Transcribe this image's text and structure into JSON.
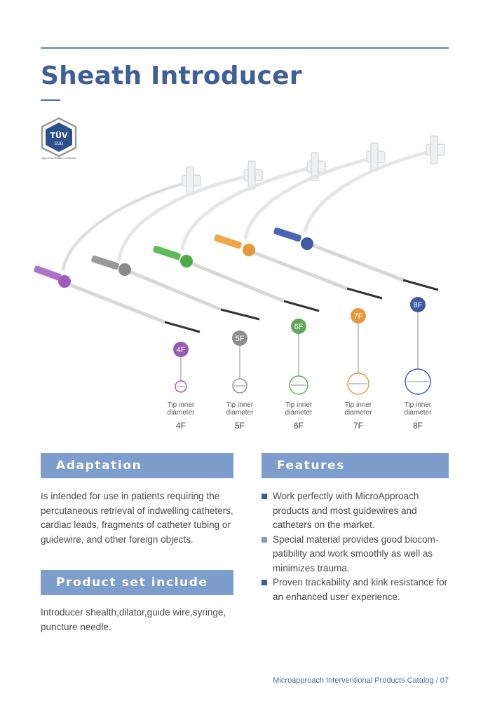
{
  "title": "Sheath Introducer",
  "badge": {
    "icon": "tuv-certification-seal-icon",
    "text": "TÜV",
    "subtext": "SÜD",
    "caption": "Type examination certificate"
  },
  "sizes": [
    {
      "label": "4F",
      "color": "#9b5bb3",
      "tip_label_line1": "Tip inner",
      "tip_label_line2": "diameter",
      "tip_value": "4F"
    },
    {
      "label": "5F",
      "color": "#8e8e8e",
      "tip_label_line1": "Tip inner",
      "tip_label_line2": "diameter",
      "tip_value": "5F"
    },
    {
      "label": "6F",
      "color": "#5fa85a",
      "tip_label_line1": "Tip inner",
      "tip_label_line2": "diameter",
      "tip_value": "6F"
    },
    {
      "label": "7F",
      "color": "#e39a3c",
      "tip_label_line1": "Tip inner",
      "tip_label_line2": "diameter",
      "tip_value": "7F"
    },
    {
      "label": "8F",
      "color": "#3f5aa5",
      "tip_label_line1": "Tip inner",
      "tip_label_line2": "diameter",
      "tip_value": "8F"
    }
  ],
  "adaptation": {
    "heading": "Adaptation",
    "text": "Is intended for use in patients requiring the percutaneous retrieval of indwelling catheters, cardiac leads, fragments of catheter tubing or guidewire, and other foreign objects."
  },
  "product_set": {
    "heading": "Product set include",
    "text": "Introducer shealth,dilator,guide wire,syringe, puncture needle."
  },
  "features": {
    "heading": "Features",
    "items": [
      {
        "text": "Work perfectly with MicroApproach products and most guidewires and catheters on the market.",
        "bullet_color": "#3f5aa5"
      },
      {
        "text": "Special material provides good biocom-patibility and work smoothly as well as minimizes trauma.",
        "bullet_color": "#7d9dcc"
      },
      {
        "text": "Proven trackability and kink resistance for an enhanced user experience.",
        "bullet_color": "#3f5aa5"
      }
    ]
  },
  "footer": "Microapproach Interventional Products Catalog / 07"
}
